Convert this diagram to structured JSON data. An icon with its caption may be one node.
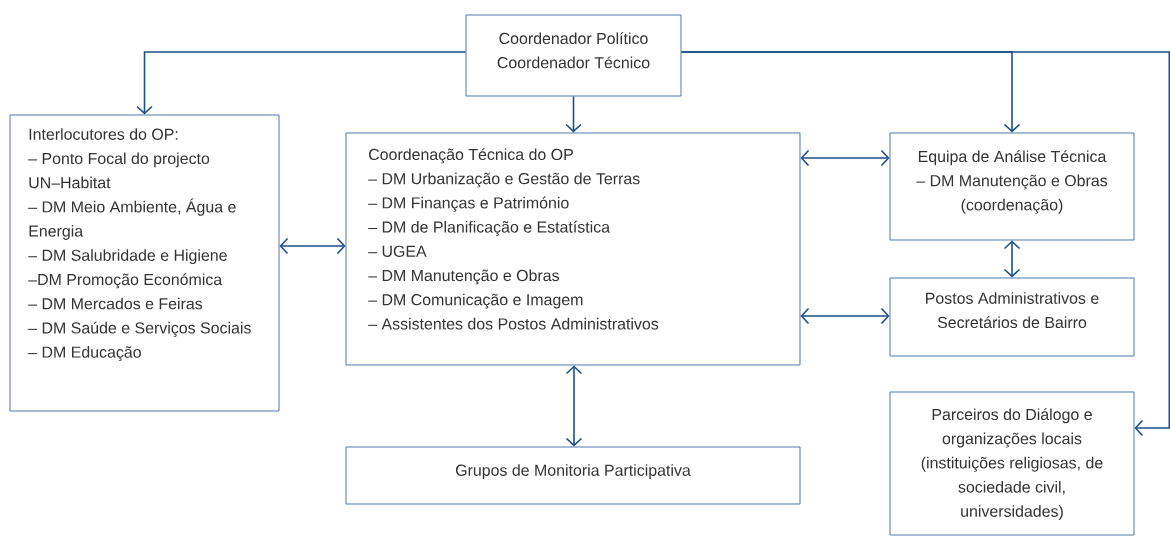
{
  "diagram": {
    "nodes": [
      {
        "text": [
          "Coordenador Político",
          "Coordenador Técnico"
        ]
      },
      {
        "text": [
          "Interlocutores do OP:",
          "– Ponto Focal do projecto UN–Habitat",
          "– DM Meio Ambiente, Água e Energia",
          "– DM Salubridade e Higiene",
          "–DM Promoção Económica",
          "– DM Mercados e Feiras",
          "– DM Saúde e Serviços Sociais",
          "– DM Educação"
        ]
      },
      {
        "text": [
          "Coordenação Técnica do OP",
          "– DM Urbanização e Gestão de Terras",
          "– DM Finanças e Património",
          "– DM de Planificação e Estatística",
          "– UGEA",
          "– DM Manutenção e Obras",
          "– DM Comunicação e Imagem",
          "– Assistentes dos Postos Administrativos"
        ]
      },
      {
        "text": [
          "Equipa de Análise Técnica",
          "– DM Manutenção e Obras (coordenação)"
        ]
      },
      {
        "text": [
          "Postos Administrativos e Secretários de Bairro"
        ]
      },
      {
        "text": [
          "Grupos de Monitoria Participativa"
        ]
      },
      {
        "text": [
          "Parceiros do Diálogo e organizações locais (instituições religiosas, de sociedade civil, universidades)"
        ]
      }
    ],
    "edges": [
      {
        "from": 0,
        "to": 1,
        "arrow": "to"
      },
      {
        "from": 0,
        "to": 2,
        "arrow": "to"
      },
      {
        "from": 0,
        "to": 3,
        "arrow": "to"
      },
      {
        "from": 0,
        "to": 6,
        "arrow": "to"
      },
      {
        "from": 1,
        "to": 2,
        "arrow": "both"
      },
      {
        "from": 2,
        "to": 3,
        "arrow": "both"
      },
      {
        "from": 3,
        "to": 4,
        "arrow": "both"
      },
      {
        "from": 2,
        "to": 4,
        "arrow": "both"
      },
      {
        "from": 2,
        "to": 5,
        "arrow": "both"
      }
    ]
  }
}
